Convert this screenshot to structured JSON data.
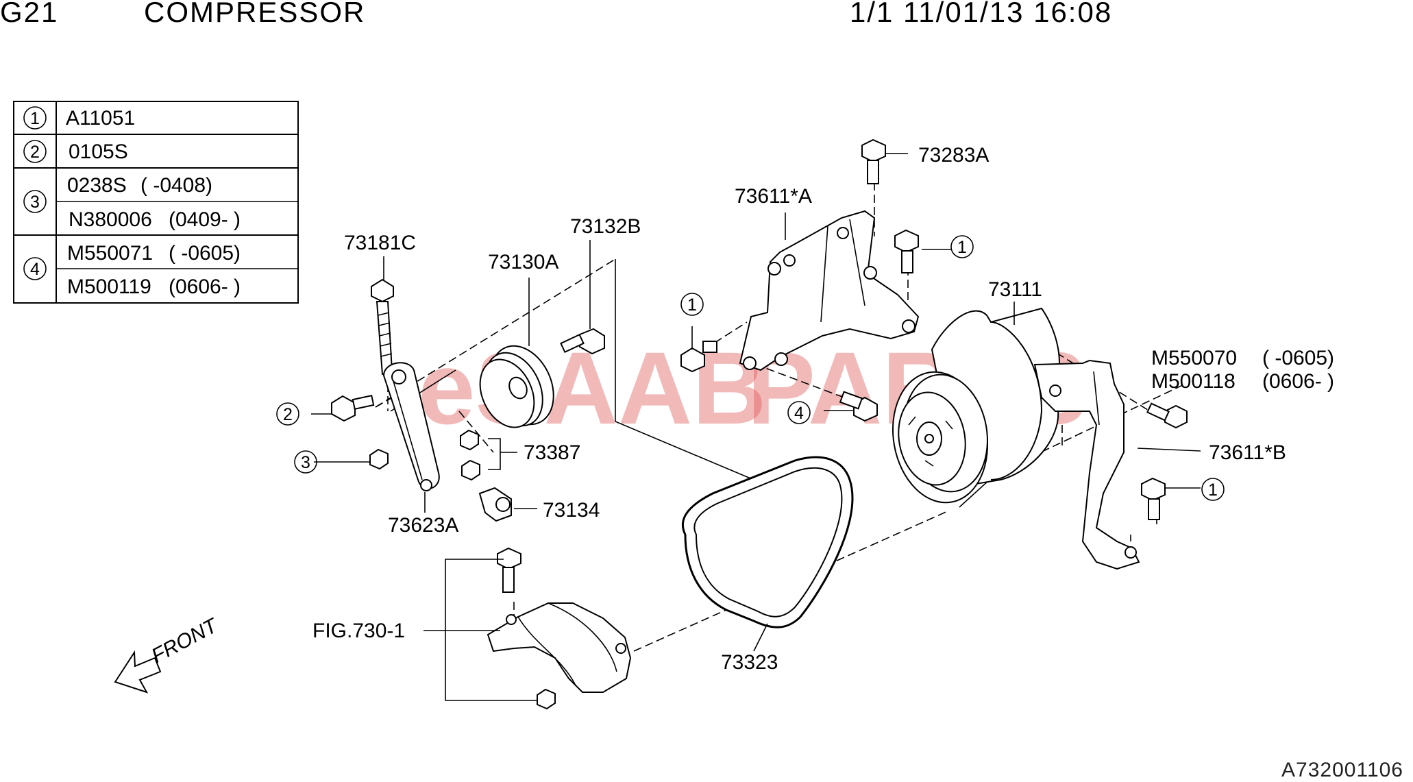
{
  "header": {
    "code": "G21",
    "title": "COMPRESSOR",
    "page_info": "1/1 11/01/13 16:08"
  },
  "legend_table": {
    "rows": [
      {
        "ref": "1",
        "entries": [
          {
            "part": "A11051",
            "range": ""
          }
        ]
      },
      {
        "ref": "2",
        "entries": [
          {
            "part": "0105S",
            "range": ""
          }
        ]
      },
      {
        "ref": "3",
        "entries": [
          {
            "part": "0238S",
            "range": "(  -0408)"
          },
          {
            "part": "N380006",
            "range": "(0409-  )"
          }
        ]
      },
      {
        "ref": "4",
        "entries": [
          {
            "part": "M550071",
            "range": "(  -0605)"
          },
          {
            "part": "M500119",
            "range": "(0606-  )"
          }
        ]
      }
    ]
  },
  "labels": {
    "p73283A": "73283A",
    "p73611A": "73611*A",
    "p73181C": "73181C",
    "p73132B": "73132B",
    "p73130A": "73130A",
    "p73111": "73111",
    "p73387": "73387",
    "p73134": "73134",
    "p73623A": "73623A",
    "p73611B": "73611*B",
    "p73323": "73323",
    "fig7301": "FIG.730-1",
    "m550070": "M550070",
    "m550070_range": "(  -0605)",
    "m500118": "M500118",
    "m500118_range": "(0606-  )",
    "front": "FRONT"
  },
  "callouts": {
    "c1a": "1",
    "c1b": "1",
    "c1c": "1",
    "c2": "2",
    "c3": "3",
    "c4": "4"
  },
  "watermark": {
    "text_a": "eSAAB",
    "text_b": "PARTS",
    "color": "#e25a5a"
  },
  "footer": {
    "code": "A732001106"
  }
}
